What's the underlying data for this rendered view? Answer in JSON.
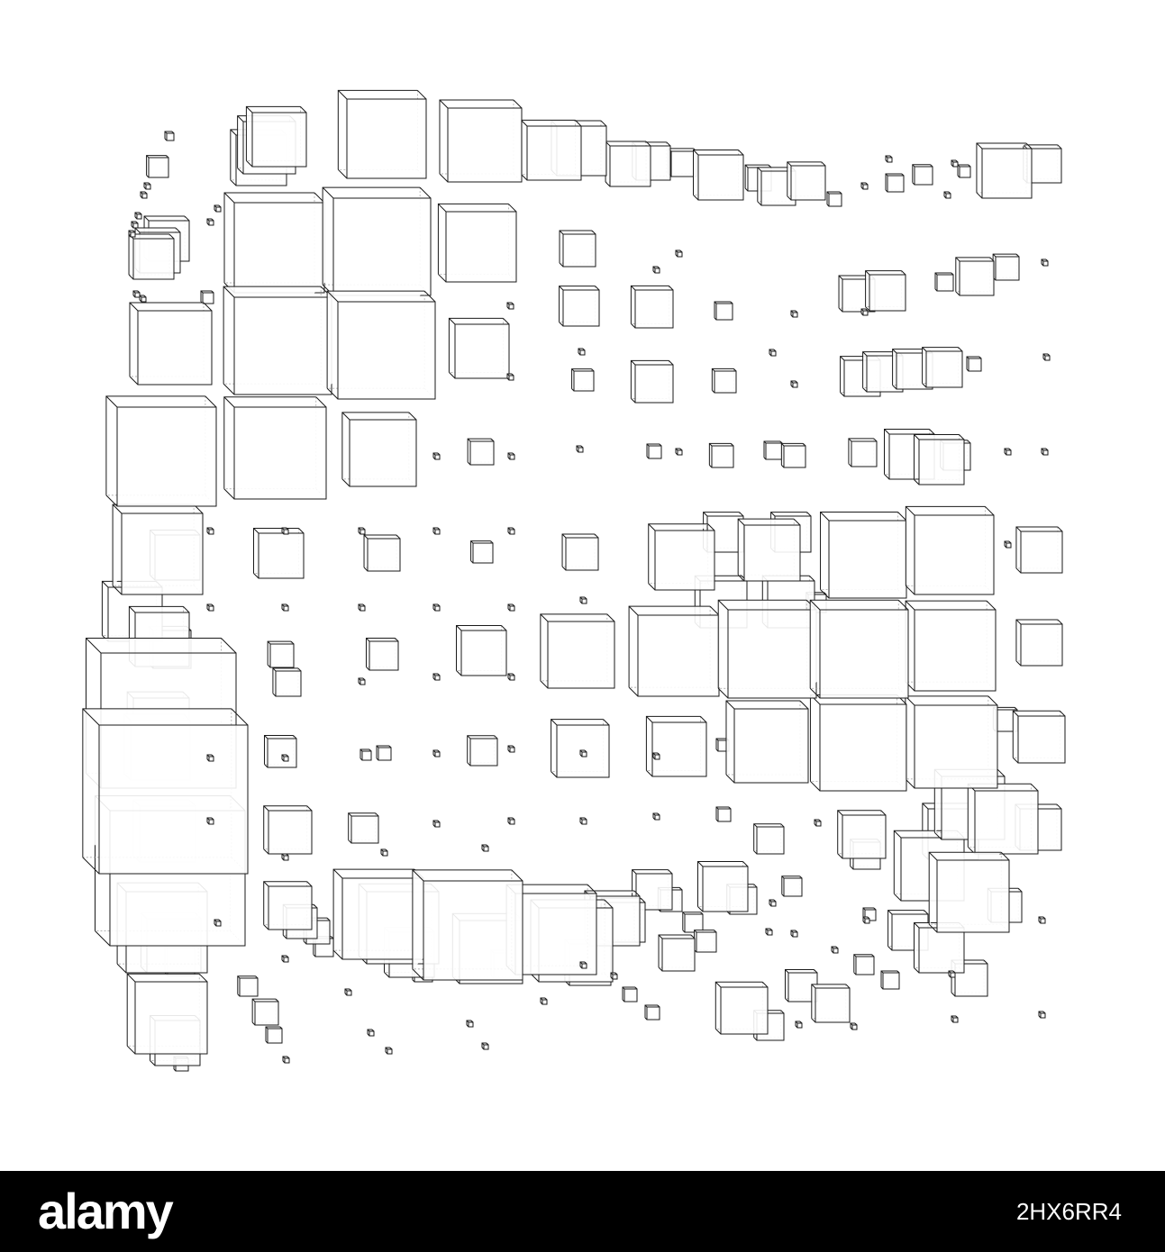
{
  "image": {
    "subject": "wireframe-cube-grid",
    "line_color": "#1a1a1a",
    "hidden_line_color": "#9a9a9a",
    "background": "#ffffff"
  },
  "footer": {
    "logo_text": "alamy",
    "image_id": "2HX6RR4",
    "background": "#000000",
    "text_color": "#ffffff"
  }
}
